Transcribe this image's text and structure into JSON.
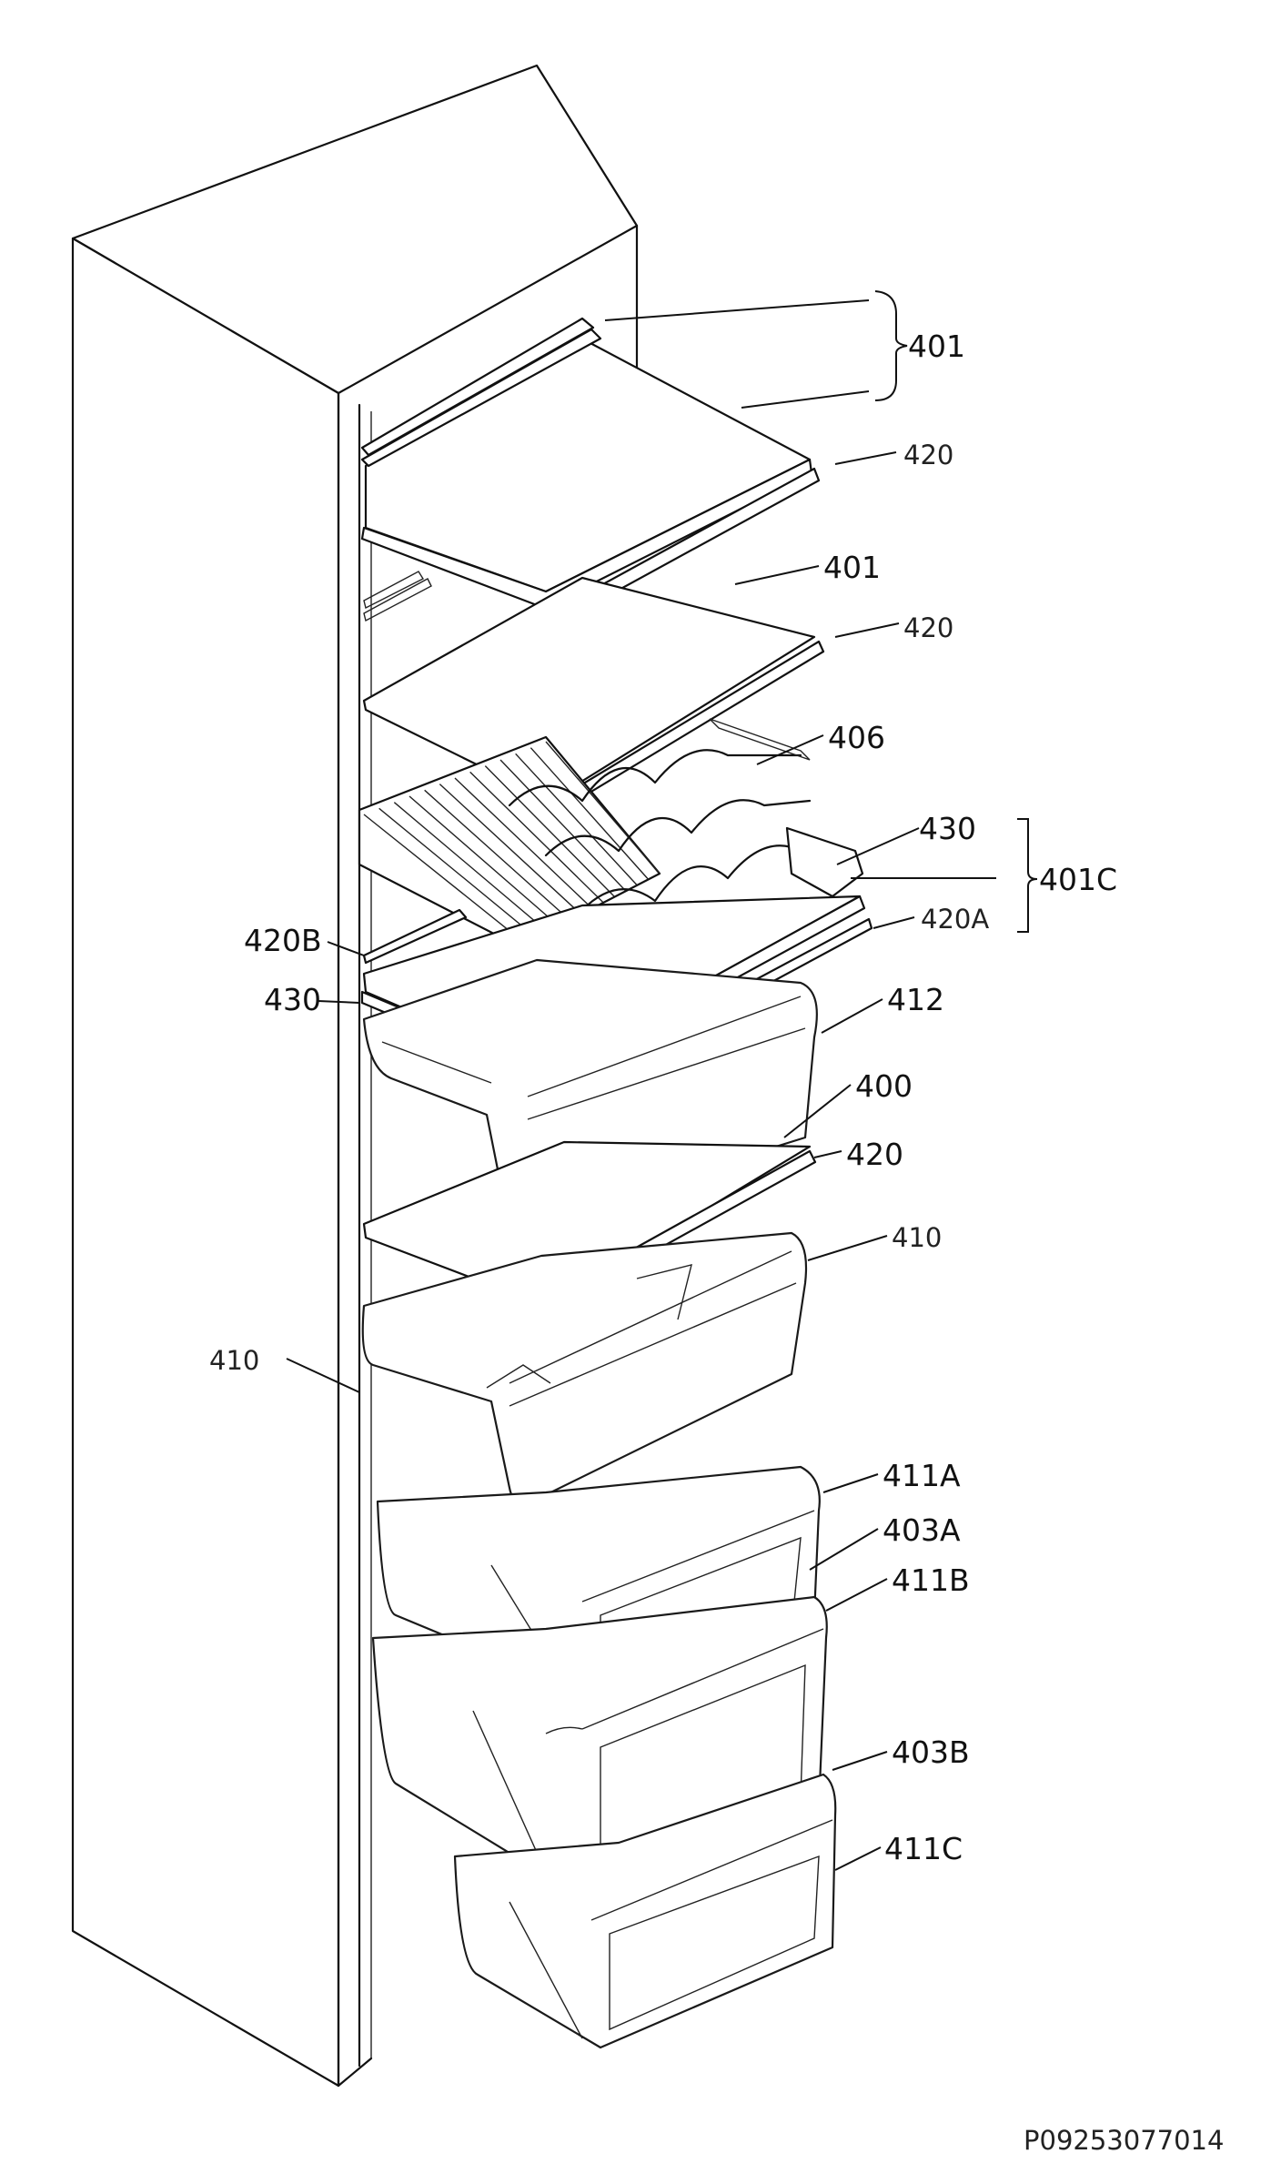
{
  "diagram": {
    "labels": {
      "l401_top": "401",
      "l420_a": "420",
      "l401_b": "401",
      "l420_b": "420",
      "l406": "406",
      "l430_r": "430",
      "l401C": "401C",
      "l420B": "420B",
      "l420A": "420A",
      "l430_l": "430",
      "l412": "412",
      "l400": "400",
      "l420_c": "420",
      "l410_r": "410",
      "l410_l": "410",
      "l411A": "411A",
      "l403A": "403A",
      "l411B": "411B",
      "l403B": "403B",
      "l411C": "411C"
    },
    "part_code": "P09253077014"
  }
}
